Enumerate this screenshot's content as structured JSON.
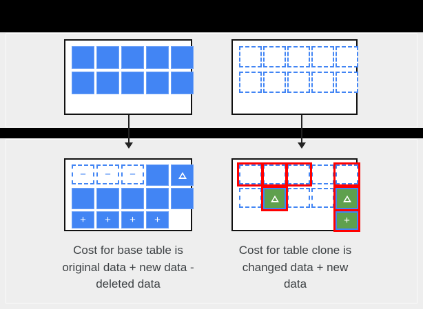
{
  "figure": {
    "background_color": "#eeeeee",
    "panel_border_color": "#111111",
    "blue": "#4285f4",
    "green": "#5fa04e",
    "red": "#ff0000",
    "text_color": "#3c4043"
  },
  "panels": {
    "base_table_original": {
      "name": "base-table-original",
      "rows": [
        [
          "solid",
          "solid",
          "solid",
          "solid",
          "solid"
        ],
        [
          "solid",
          "solid",
          "solid",
          "solid",
          "solid"
        ],
        [
          "empty",
          "empty",
          "empty",
          "empty",
          "empty"
        ]
      ],
      "labels": [
        [
          "",
          "",
          "",
          "",
          ""
        ],
        [
          "",
          "",
          "",
          "",
          ""
        ],
        [
          "",
          "",
          "",
          "",
          ""
        ]
      ]
    },
    "clone_original": {
      "name": "table-clone-original",
      "rows": [
        [
          "dashed",
          "dashed",
          "dashed",
          "dashed",
          "dashed"
        ],
        [
          "dashed",
          "dashed",
          "dashed",
          "dashed",
          "dashed"
        ],
        [
          "empty",
          "empty",
          "empty",
          "empty",
          "empty"
        ]
      ],
      "labels": [
        [
          "",
          "",
          "",
          "",
          ""
        ],
        [
          "",
          "",
          "",
          "",
          ""
        ],
        [
          "",
          "",
          "",
          "",
          ""
        ]
      ]
    },
    "base_table_after": {
      "name": "base-table-after",
      "rows": [
        [
          "dashed",
          "dashed",
          "dashed",
          "solid",
          "solid"
        ],
        [
          "solid",
          "solid",
          "solid",
          "solid",
          "solid"
        ],
        [
          "solid",
          "solid",
          "solid",
          "solid",
          "empty"
        ]
      ],
      "labels": [
        [
          "−",
          "−",
          "−",
          "",
          "triangle"
        ],
        [
          "",
          "",
          "",
          "",
          ""
        ],
        [
          "+",
          "+",
          "+",
          "+",
          ""
        ]
      ]
    },
    "clone_after": {
      "name": "table-clone-after",
      "rows": [
        [
          "dashed",
          "dashed",
          "dashed",
          "dashed",
          "dashed"
        ],
        [
          "dashed",
          "green",
          "dashed",
          "dashed",
          "green"
        ],
        [
          "empty",
          "empty",
          "empty",
          "empty",
          "green"
        ]
      ],
      "labels": [
        [
          "",
          "",
          "",
          "",
          ""
        ],
        [
          "",
          "triangle",
          "",
          "",
          "triangle"
        ],
        [
          "",
          "",
          "",
          "",
          "+"
        ]
      ],
      "highlights": [
        [
          true,
          true,
          true,
          false,
          true
        ],
        [
          false,
          true,
          false,
          false,
          true
        ],
        [
          false,
          false,
          false,
          false,
          true
        ]
      ]
    }
  },
  "captions": {
    "base": "Cost for base table is original data + new data - deleted data",
    "clone": "Cost for table clone is changed data + new data"
  },
  "glyphs": {
    "minus": "−",
    "plus": "+",
    "triangle": "△"
  }
}
